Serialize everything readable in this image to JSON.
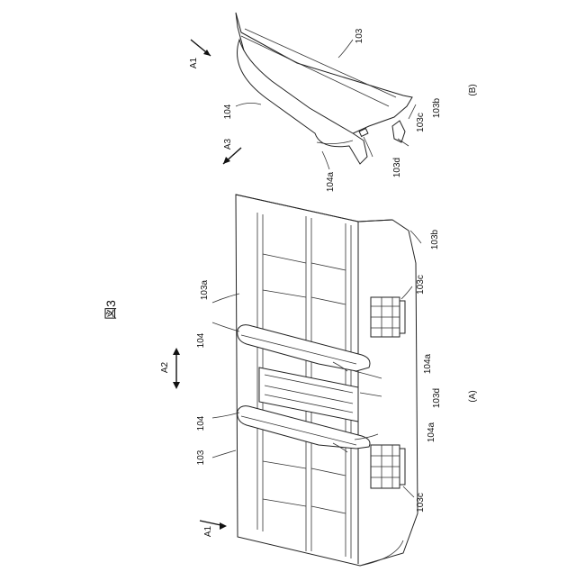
{
  "figure_title": "図3",
  "panel_a_label": "(A)",
  "panel_b_label": "(B)",
  "labels": {
    "a1_top": "A1",
    "a3": "A3",
    "l104_b": "104",
    "l104a_b": "104a",
    "l103_b": "103",
    "l103b_b": "103b",
    "l103c_b": "103c",
    "l103d_b": "103d",
    "a2": "A2",
    "l104_top": "104",
    "l104_bot": "104",
    "l103_left": "103",
    "a1_bottom": "A1",
    "l103a": "103a",
    "l103b_a": "103b",
    "l103c_top": "103c",
    "l104a_top": "104a",
    "l103d_a": "103d",
    "l104a_bot": "104a",
    "l103c_bot": "103c"
  }
}
